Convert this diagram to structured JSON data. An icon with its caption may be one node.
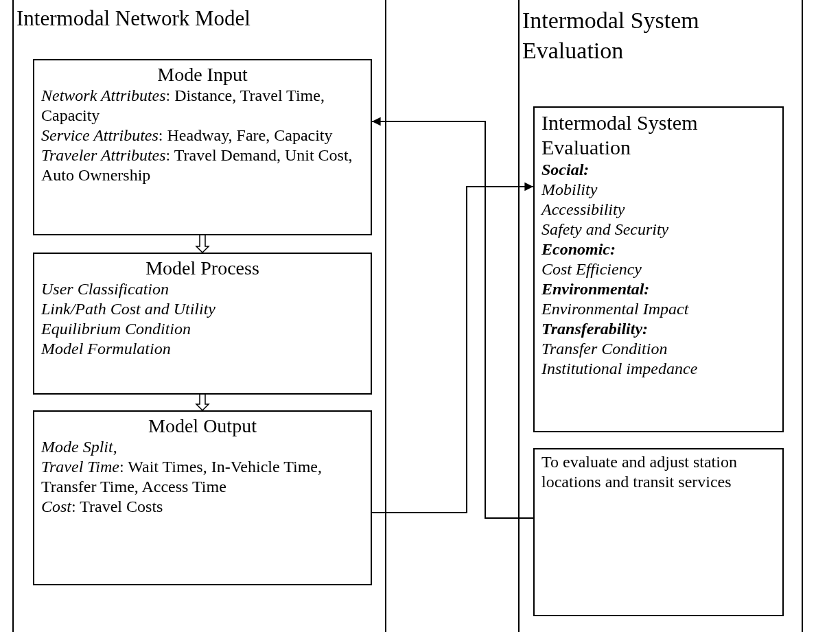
{
  "diagram": {
    "nodes": [
      {
        "text": [
          "Intermodal Network Model"
        ]
      },
      {
        "text": [
          "Mode Input",
          "*Network Attributes*: Distance, Travel Time, Capacity",
          "*Service Attributes*: Headway, Fare, Capacity",
          "*Traveler Attributes*: Travel Demand, Unit Cost, Auto Ownership"
        ],
        "in": 0
      },
      {
        "text": [
          "Model Process",
          "User Classification",
          "Link/Path Cost and Utility",
          "Equilibrium Condition",
          "Model Formulation"
        ],
        "in": 0
      },
      {
        "text": [
          "Model Output",
          "*Mode Split*,",
          "*Travel Time*: Wait Times, In-Vehicle Time, Transfer Time, Access Time",
          "*Cost*: Travel Costs"
        ],
        "in": 0
      },
      {
        "text": [
          "Intermodal System Evaluation"
        ]
      },
      {
        "text": [
          "Intermodal System Evaluation",
          "Social:",
          "Mobility",
          "Accessibility",
          "Safety and Security",
          "Economic:",
          "Cost Efficiency",
          "Environmental:",
          "Environmental Impact",
          "Transferability:",
          "Transfer Condition",
          "Institutional impedance"
        ],
        "in": 4
      },
      {
        "text": [
          "To evaluate and adjust station locations and transit services"
        ],
        "in": 4
      }
    ],
    "edges": [
      {
        "from": 1,
        "to": 2,
        "arrow": "to"
      },
      {
        "from": 2,
        "to": 3,
        "arrow": "to"
      },
      {
        "from": 3,
        "to": 5,
        "arrow": "to"
      },
      {
        "from": 6,
        "to": 1,
        "arrow": "to"
      }
    ]
  }
}
